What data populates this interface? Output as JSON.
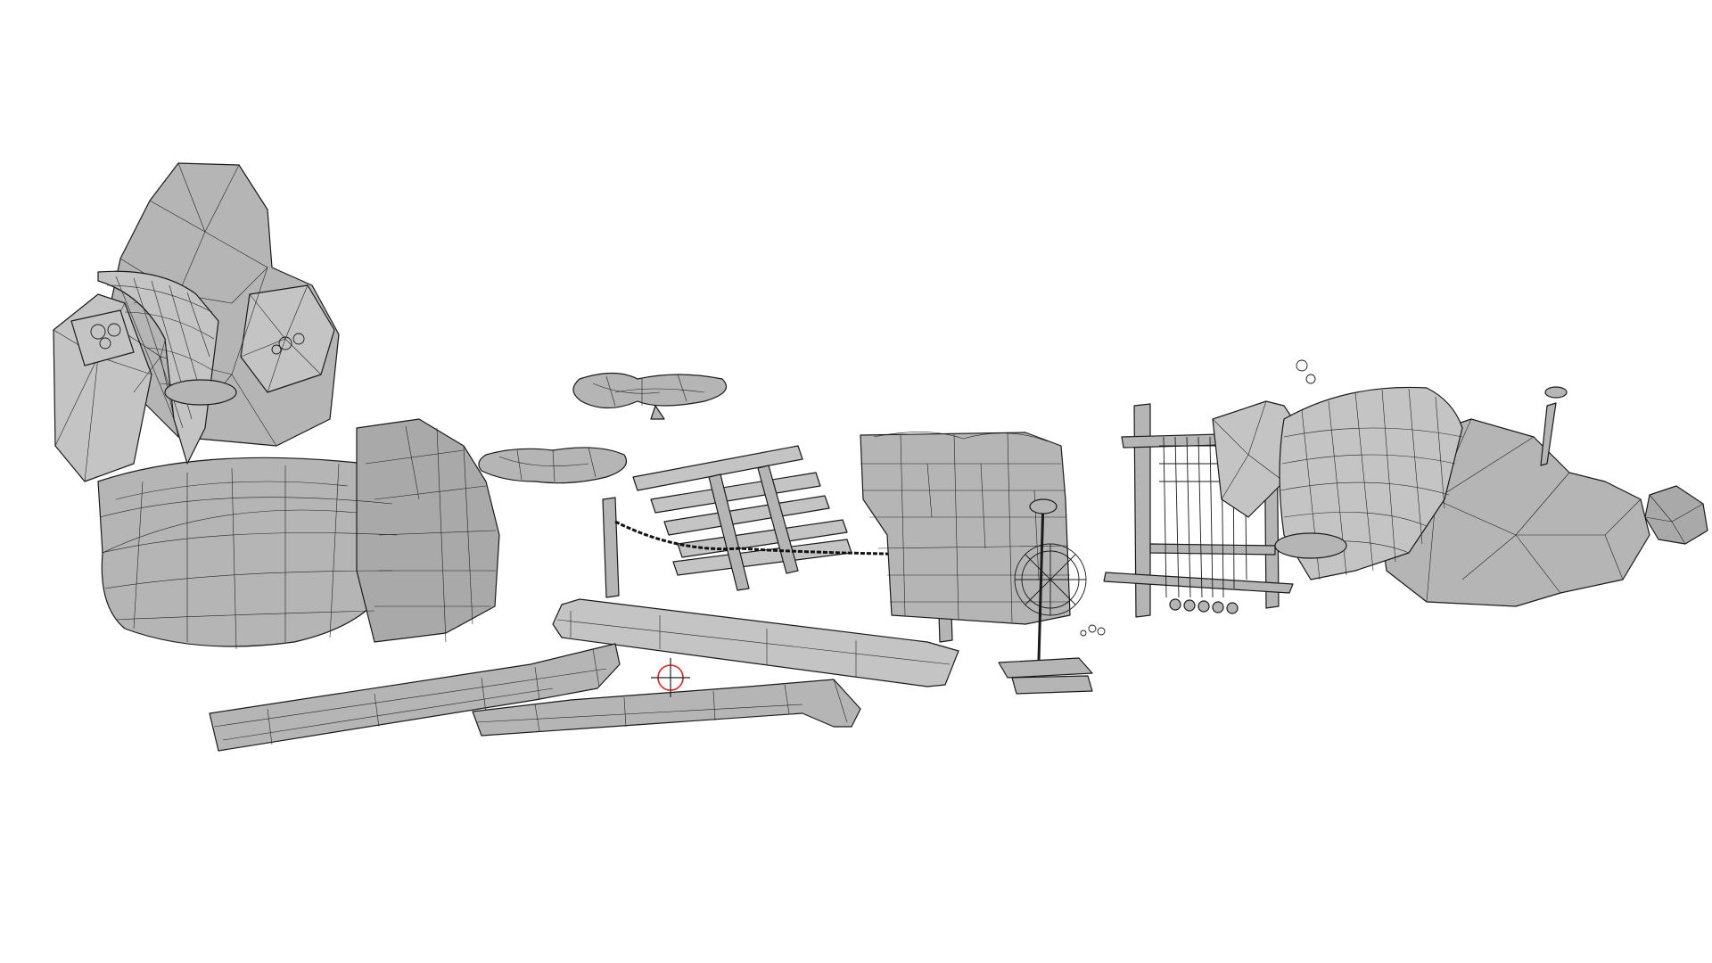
{
  "viewport": {
    "background": "#ffffff",
    "mesh_fill": "#b5b5b5",
    "wire_color": "#1a1a1a",
    "cursor_color": "#dd2222"
  },
  "objects": [
    {
      "id": "rock-shrine",
      "icon": "rock-formation-icon"
    },
    {
      "id": "small-cushion-upper",
      "icon": "cushion-icon"
    },
    {
      "id": "small-cushion-lower",
      "icon": "cushion-icon"
    },
    {
      "id": "wooden-ladder",
      "icon": "ladder-icon"
    },
    {
      "id": "rope-fence",
      "icon": "fence-icon"
    },
    {
      "id": "stone-block-stack",
      "icon": "stone-wall-icon"
    },
    {
      "id": "wooden-plank-bench",
      "icon": "plank-icon"
    },
    {
      "id": "log-pipe-left",
      "icon": "log-icon"
    },
    {
      "id": "log-pipe-right",
      "icon": "log-icon"
    },
    {
      "id": "spinning-wheel",
      "icon": "spinning-wheel-icon"
    },
    {
      "id": "weaving-loom",
      "icon": "loom-icon"
    },
    {
      "id": "rock-pile-with-net",
      "icon": "rock-pile-icon"
    }
  ],
  "cursor": {
    "icon": "3d-cursor-icon"
  }
}
